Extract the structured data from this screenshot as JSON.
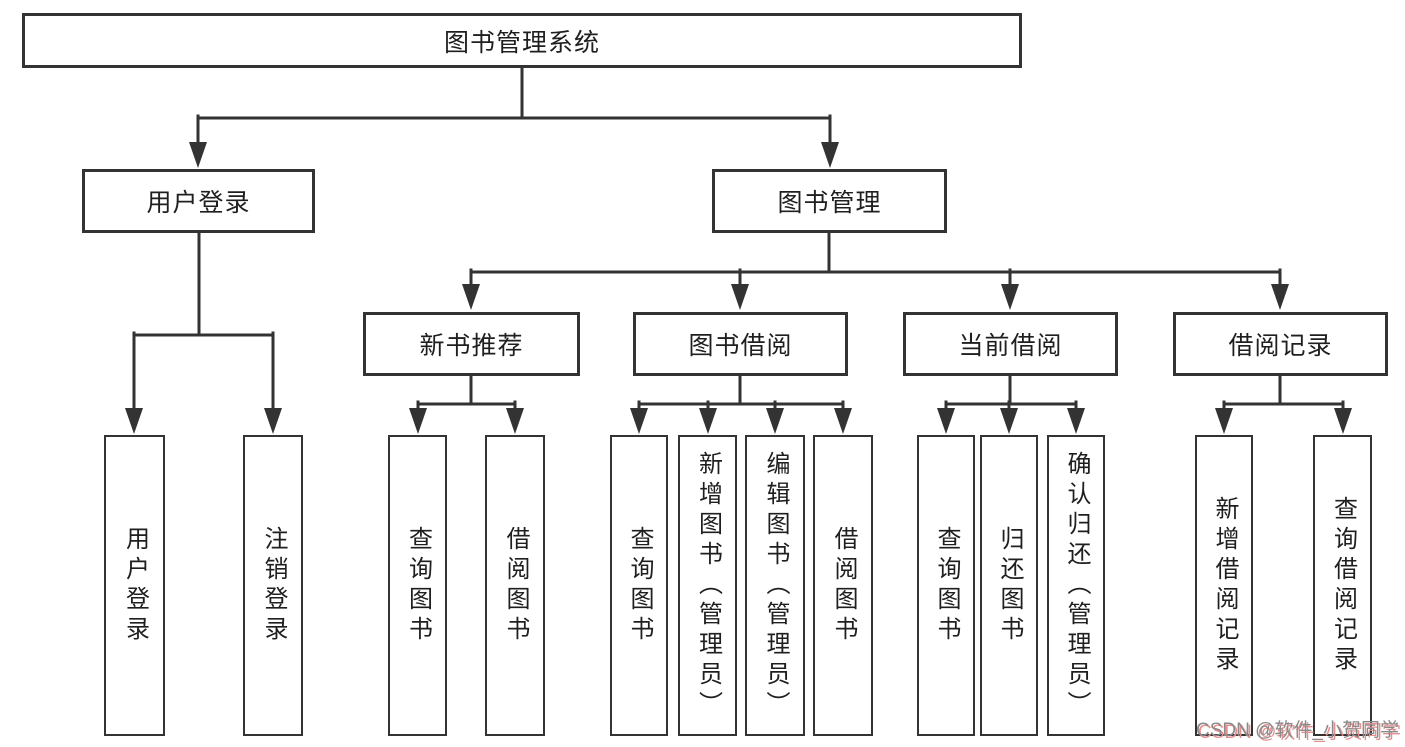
{
  "colors": {
    "background": "#ffffff",
    "line": "#333333",
    "box_fill": "#ffffff",
    "text": "#1f1f1f",
    "watermark_gray": "#8a8a8a",
    "watermark_red": "#e59090"
  },
  "tree": {
    "label": "图书管理系统",
    "children": [
      {
        "label": "用户登录",
        "children": [
          {
            "label": "用户登录"
          },
          {
            "label": "注销登录"
          }
        ]
      },
      {
        "label": "图书管理",
        "children": [
          {
            "label": "新书推荐",
            "children": [
              {
                "label": "查询图书"
              },
              {
                "label": "借阅图书"
              }
            ]
          },
          {
            "label": "图书借阅",
            "children": [
              {
                "label": "查询图书"
              },
              {
                "label": "新增图书（管理员）"
              },
              {
                "label": "编辑图书（管理员）"
              },
              {
                "label": "借阅图书"
              }
            ]
          },
          {
            "label": "当前借阅",
            "children": [
              {
                "label": "查询图书"
              },
              {
                "label": "归还图书"
              },
              {
                "label": "确认归还（管理员）"
              }
            ]
          },
          {
            "label": "借阅记录",
            "children": [
              {
                "label": "新增借阅记录"
              },
              {
                "label": "查询借阅记录"
              }
            ]
          }
        ]
      }
    ]
  },
  "watermark": {
    "text": "CSDN @软件_小贺同学"
  }
}
